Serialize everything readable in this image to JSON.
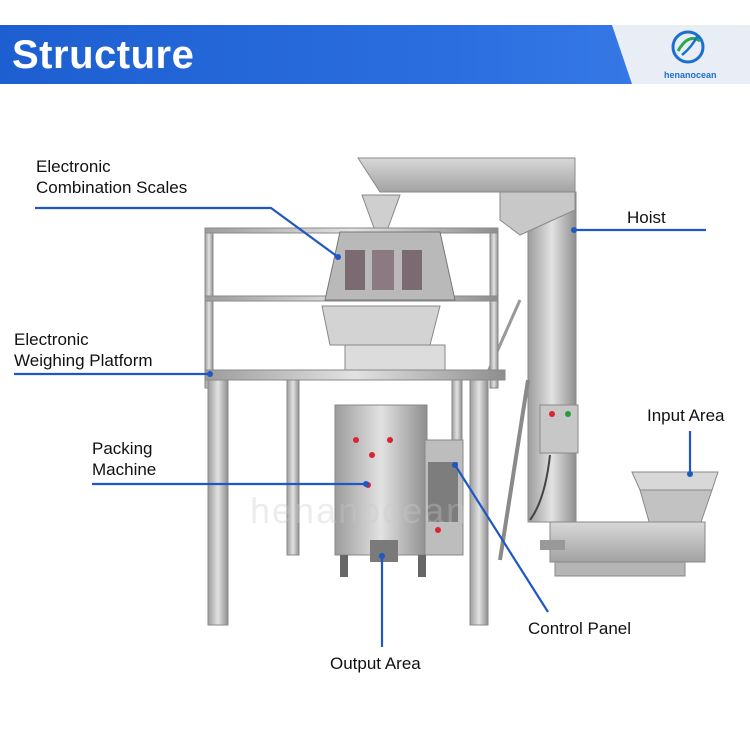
{
  "header": {
    "title": "Structure",
    "logo_text": "henanocean"
  },
  "watermark": "henanocean",
  "labels": {
    "electronic_combination_scales": [
      "Electronic",
      "Combination Scales"
    ],
    "electronic_weighing_platform": [
      "Electronic",
      "Weighing Platform"
    ],
    "packing_machine": [
      "Packing",
      "Machine"
    ],
    "hoist": "Hoist",
    "input_area": "Input Area",
    "control_panel": "Control Panel",
    "output_area": "Output Area"
  },
  "colors": {
    "header": "#2b6ee0",
    "leader_line": "#1f57c3",
    "frame": "#9a9a9a"
  }
}
